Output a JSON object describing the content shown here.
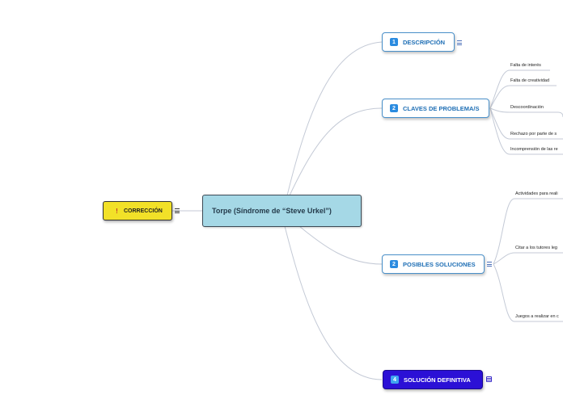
{
  "central": {
    "title": "Torpe (Síndrome de “Steve Urkel”)"
  },
  "correction": {
    "label": "CORRECCIÓN",
    "icon": "exclamation-icon",
    "color": "#f2e128"
  },
  "topics": [
    {
      "badge": "1",
      "label": "DESCRIPCIÓN"
    },
    {
      "badge": "2",
      "label": "CLAVES DE PROBLEMA/S"
    },
    {
      "badge": "2",
      "label": "POSIBLES SOLUCIONES"
    },
    {
      "badge": "4",
      "label": "SOLUCIÓN DEFINITIVA"
    }
  ],
  "claves_items": [
    "Falta de interés",
    "Falta de creatividad",
    "Descoordinación",
    "Rechazo por parte de s",
    "Incomprensión de las re"
  ],
  "soluciones_items": [
    "Actividades para reali",
    "Citar a los tutores leg",
    "Juegos a realizar en c"
  ],
  "colors": {
    "central_bg": "#a5d8e6",
    "topic_border": "#4a90c9",
    "definitiva_bg": "#2b10d6",
    "connector": "#c4cad6"
  }
}
